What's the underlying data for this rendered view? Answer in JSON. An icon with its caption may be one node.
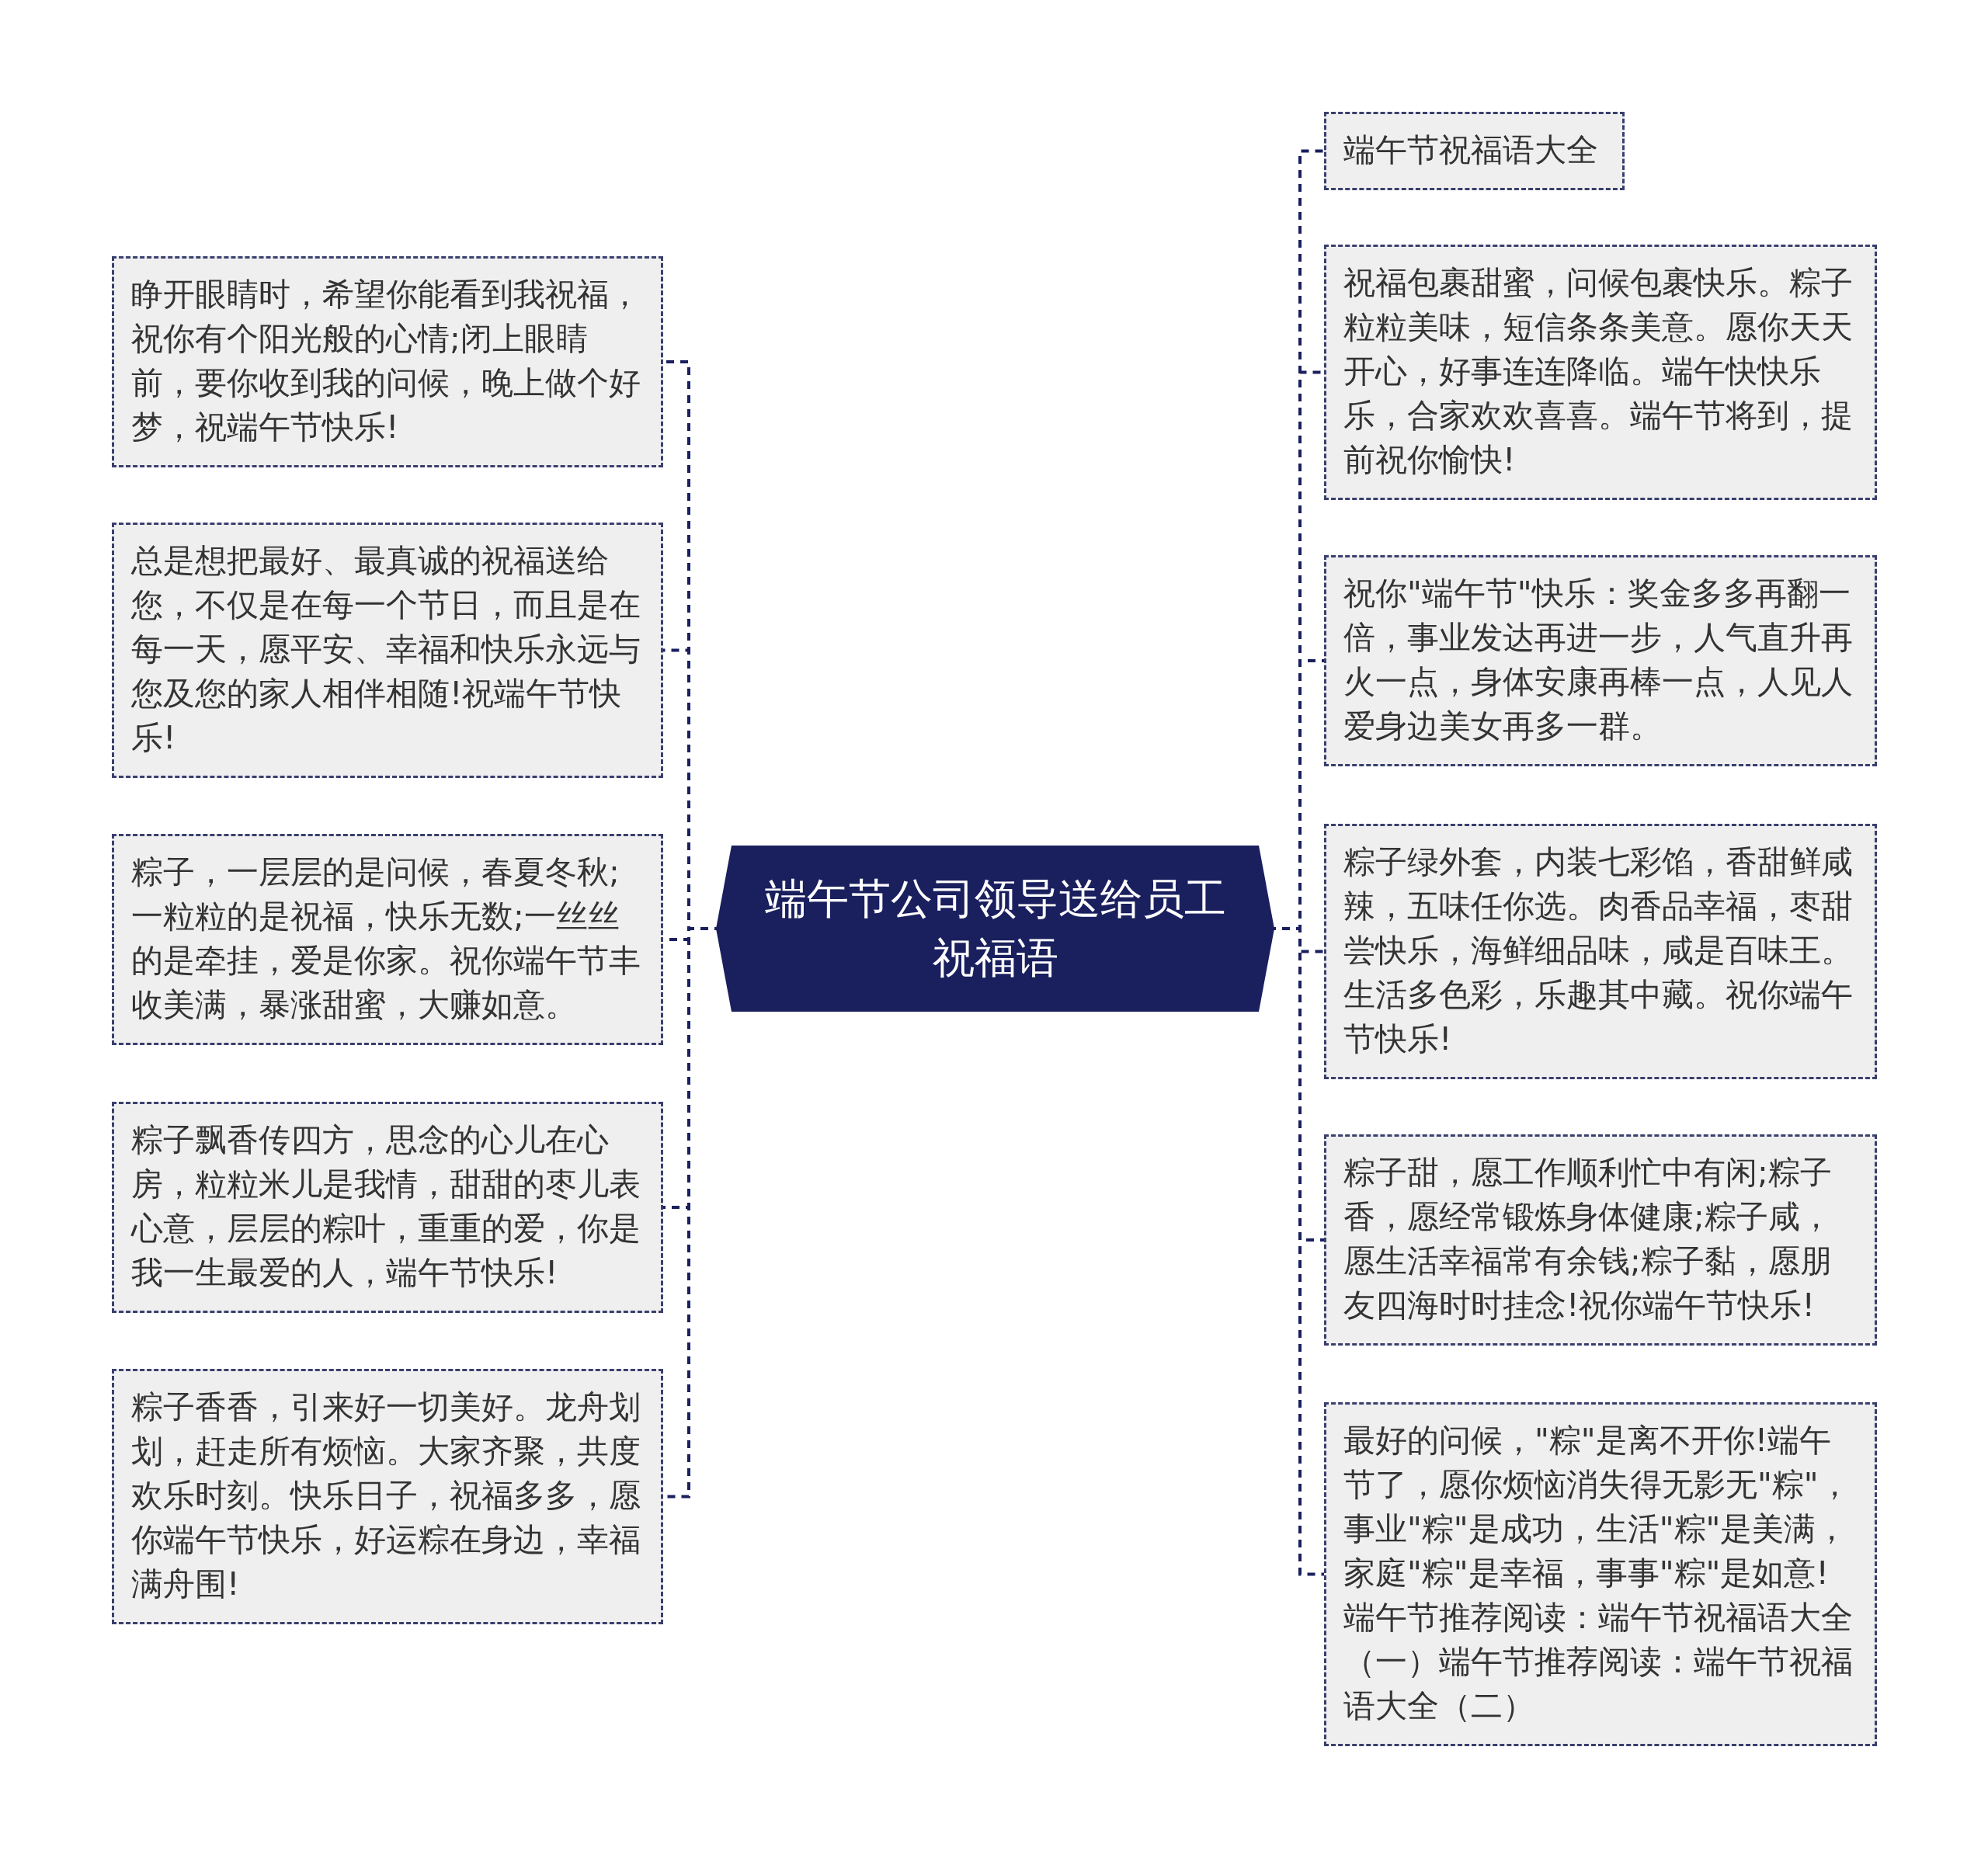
{
  "diagram": {
    "nodes": [
      {
        "text": [
          "端午节公司领导送给员工祝福语"
        ]
      },
      {
        "text": [
          "睁开眼睛时，希望你能看到我祝福，祝你有个阳光般的心情;闭上眼睛前，要你收到我的问候，晚上做个好梦，祝端午节快乐!"
        ]
      },
      {
        "text": [
          "总是想把最好、最真诚的祝福送给您，不仅是在每一个节日，而且是在每一天，愿平安、幸福和快乐永远与您及您的家人相伴相随!祝端午节快乐!"
        ]
      },
      {
        "text": [
          "粽子，一层层的是问候，春夏冬秋;一粒粒的是祝福，快乐无数;一丝丝的是牵挂，爱是你家。祝你端午节丰收美满，暴涨甜蜜，大赚如意。"
        ]
      },
      {
        "text": [
          "粽子飘香传四方，思念的心儿在心房，粒粒米儿是我情，甜甜的枣儿表心意，层层的粽叶，重重的爱，你是我一生最爱的人，端午节快乐!"
        ]
      },
      {
        "text": [
          "粽子香香，引来好一切美好。龙舟划划，赶走所有烦恼。大家齐聚，共度欢乐时刻。快乐日子，祝福多多，愿你端午节快乐，好运粽在身边，幸福满舟围!"
        ]
      },
      {
        "text": [
          "端午节祝福语大全"
        ]
      },
      {
        "text": [
          "祝福包裹甜蜜，问候包裹快乐。粽子粒粒美味，短信条条美意。愿你天天开心，好事连连降临。端午快快乐乐，合家欢欢喜喜。端午节将到，提前祝你愉快!"
        ]
      },
      {
        "text": [
          "祝你\"端午节\"快乐：奖金多多再翻一倍，事业发达再进一步，人气直升再火一点，身体安康再棒一点，人见人爱身边美女再多一群。"
        ]
      },
      {
        "text": [
          "粽子绿外套，内装七彩馅，香甜鲜咸辣，五味任你选。肉香品幸福，枣甜尝快乐，海鲜细品味，咸是百味王。生活多色彩，乐趣其中藏。祝你端午节快乐!"
        ]
      },
      {
        "text": [
          "粽子甜，愿工作顺利忙中有闲;粽子香，愿经常锻炼身体健康;粽子咸，愿生活幸福常有余钱;粽子黏，愿朋友四海时时挂念!祝你端午节快乐!"
        ]
      },
      {
        "text": [
          "最好的问候，\"粽\"是离不开你!端午节了，愿你烦恼消失得无影无\"粽\"，事业\"粽\"是成功，生活\"粽\"是美满，家庭\"粽\"是幸福，事事\"粽\"是如意!端午节推荐阅读：端午节祝福语大全（一）端午节推荐阅读：端午节祝福语大全（二）"
        ]
      }
    ],
    "edges": [
      {
        "from": 0,
        "to": 1,
        "arrow": "none"
      },
      {
        "from": 0,
        "to": 2,
        "arrow": "none"
      },
      {
        "from": 0,
        "to": 3,
        "arrow": "none"
      },
      {
        "from": 0,
        "to": 4,
        "arrow": "none"
      },
      {
        "from": 0,
        "to": 5,
        "arrow": "none"
      },
      {
        "from": 0,
        "to": 6,
        "arrow": "none"
      },
      {
        "from": 0,
        "to": 7,
        "arrow": "none"
      },
      {
        "from": 0,
        "to": 8,
        "arrow": "none"
      },
      {
        "from": 0,
        "to": 9,
        "arrow": "none"
      },
      {
        "from": 0,
        "to": 10,
        "arrow": "none"
      },
      {
        "from": 0,
        "to": 11,
        "arrow": "none"
      }
    ]
  }
}
